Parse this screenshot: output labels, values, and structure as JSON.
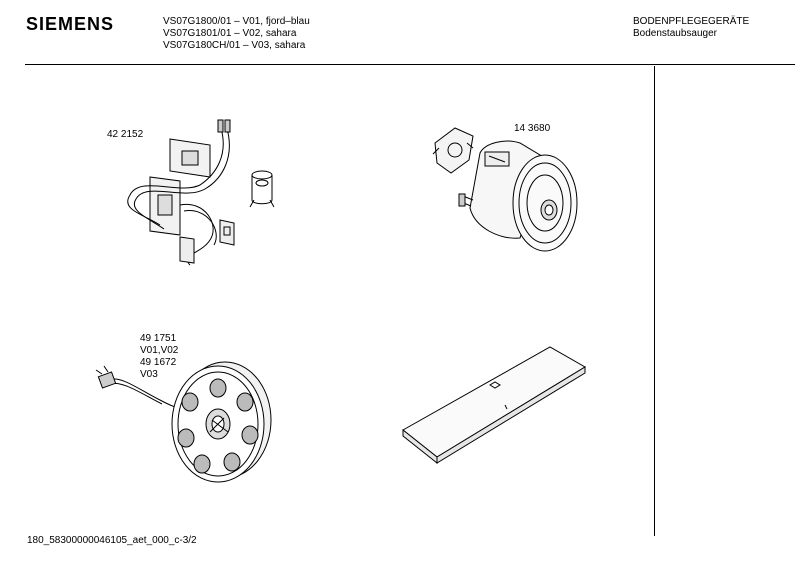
{
  "header": {
    "brand": "SIEMENS",
    "models": [
      "VS07G1800/01   – V01, fjord–blau",
      "VS07G1801/01    – V02, sahara",
      "VS07G180CH/01 – V03, sahara"
    ],
    "category": "BODENPFLEGEGERÄTE",
    "subcategory": "Bodenstaubsauger"
  },
  "parts": {
    "p1": "42 2152",
    "p2": "14 3680",
    "p3": [
      "49 1751",
      "V01,V02",
      "49 1672",
      "V03"
    ]
  },
  "footer": {
    "doc_id": "180_58300000046105_aet_000_c-3/2"
  }
}
